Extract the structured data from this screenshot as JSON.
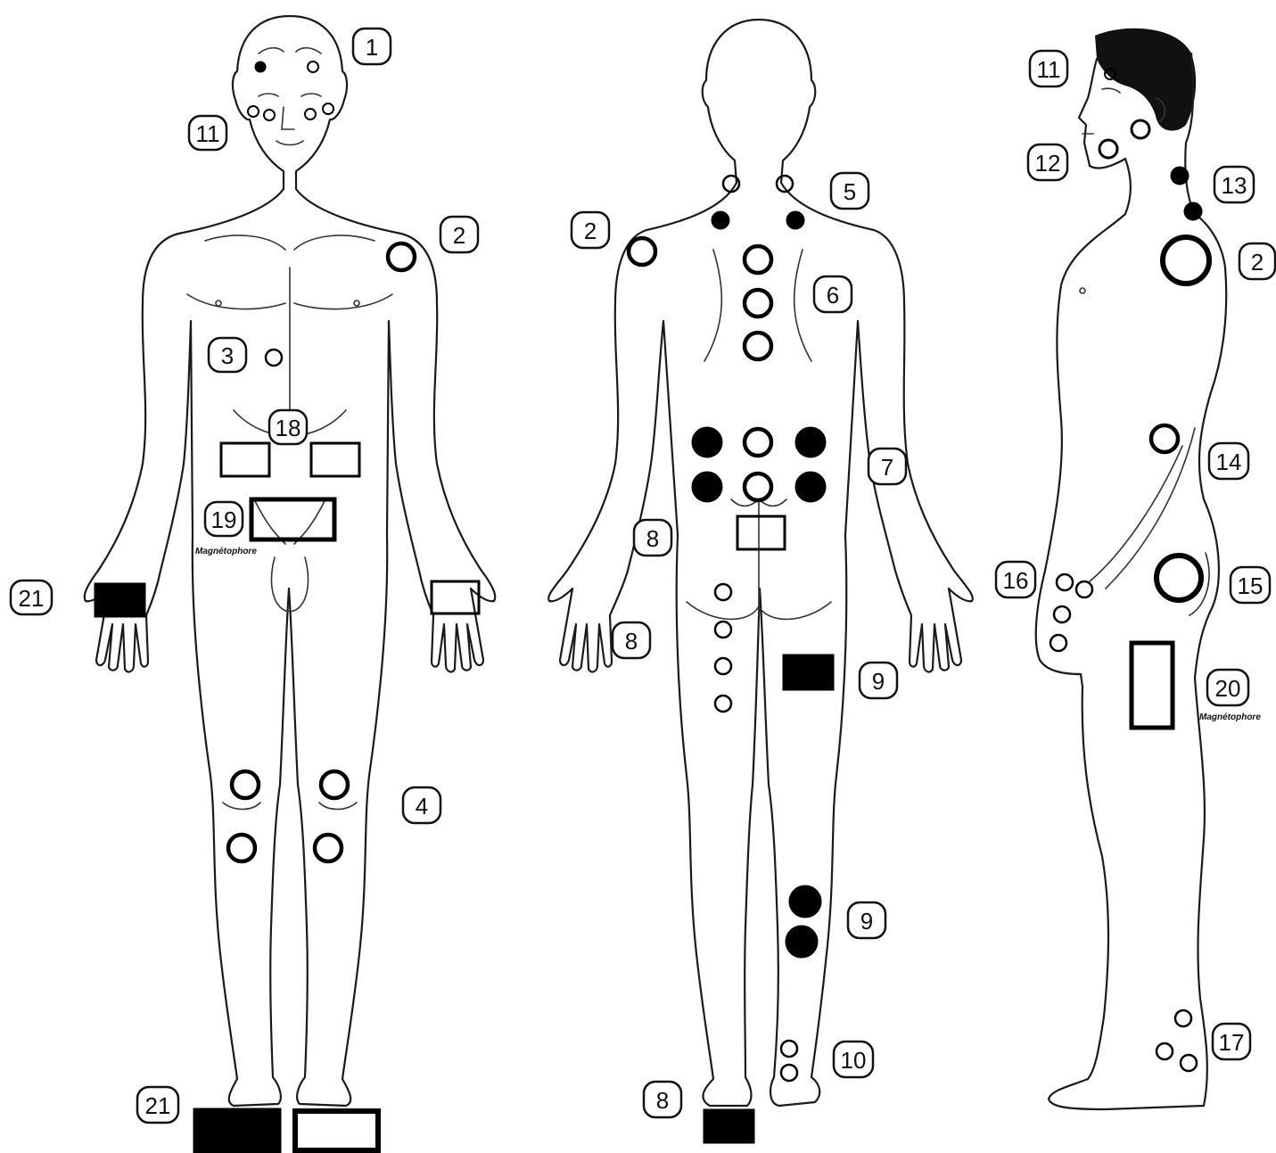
{
  "caption": "Magnétophore",
  "colors": {
    "line": "#1a1a1a",
    "fill": "#000000",
    "paper": "#ffffff"
  },
  "labels": {
    "front": {
      "l1": "1",
      "l11": "11",
      "l2": "2",
      "l3": "3",
      "l18": "18",
      "l19": "19",
      "l21a": "21",
      "l4": "4",
      "l21b": "21"
    },
    "back": {
      "l5": "5",
      "l2": "2",
      "l6": "6",
      "l7": "7",
      "l8a": "8",
      "l8b": "8",
      "l9a": "9",
      "l9b": "9",
      "l10": "10",
      "l8c": "8"
    },
    "side": {
      "l11": "11",
      "l12": "12",
      "l13": "13",
      "l2": "2",
      "l14": "14",
      "l16": "16",
      "l15": "15",
      "l20": "20",
      "l17": "17"
    }
  }
}
